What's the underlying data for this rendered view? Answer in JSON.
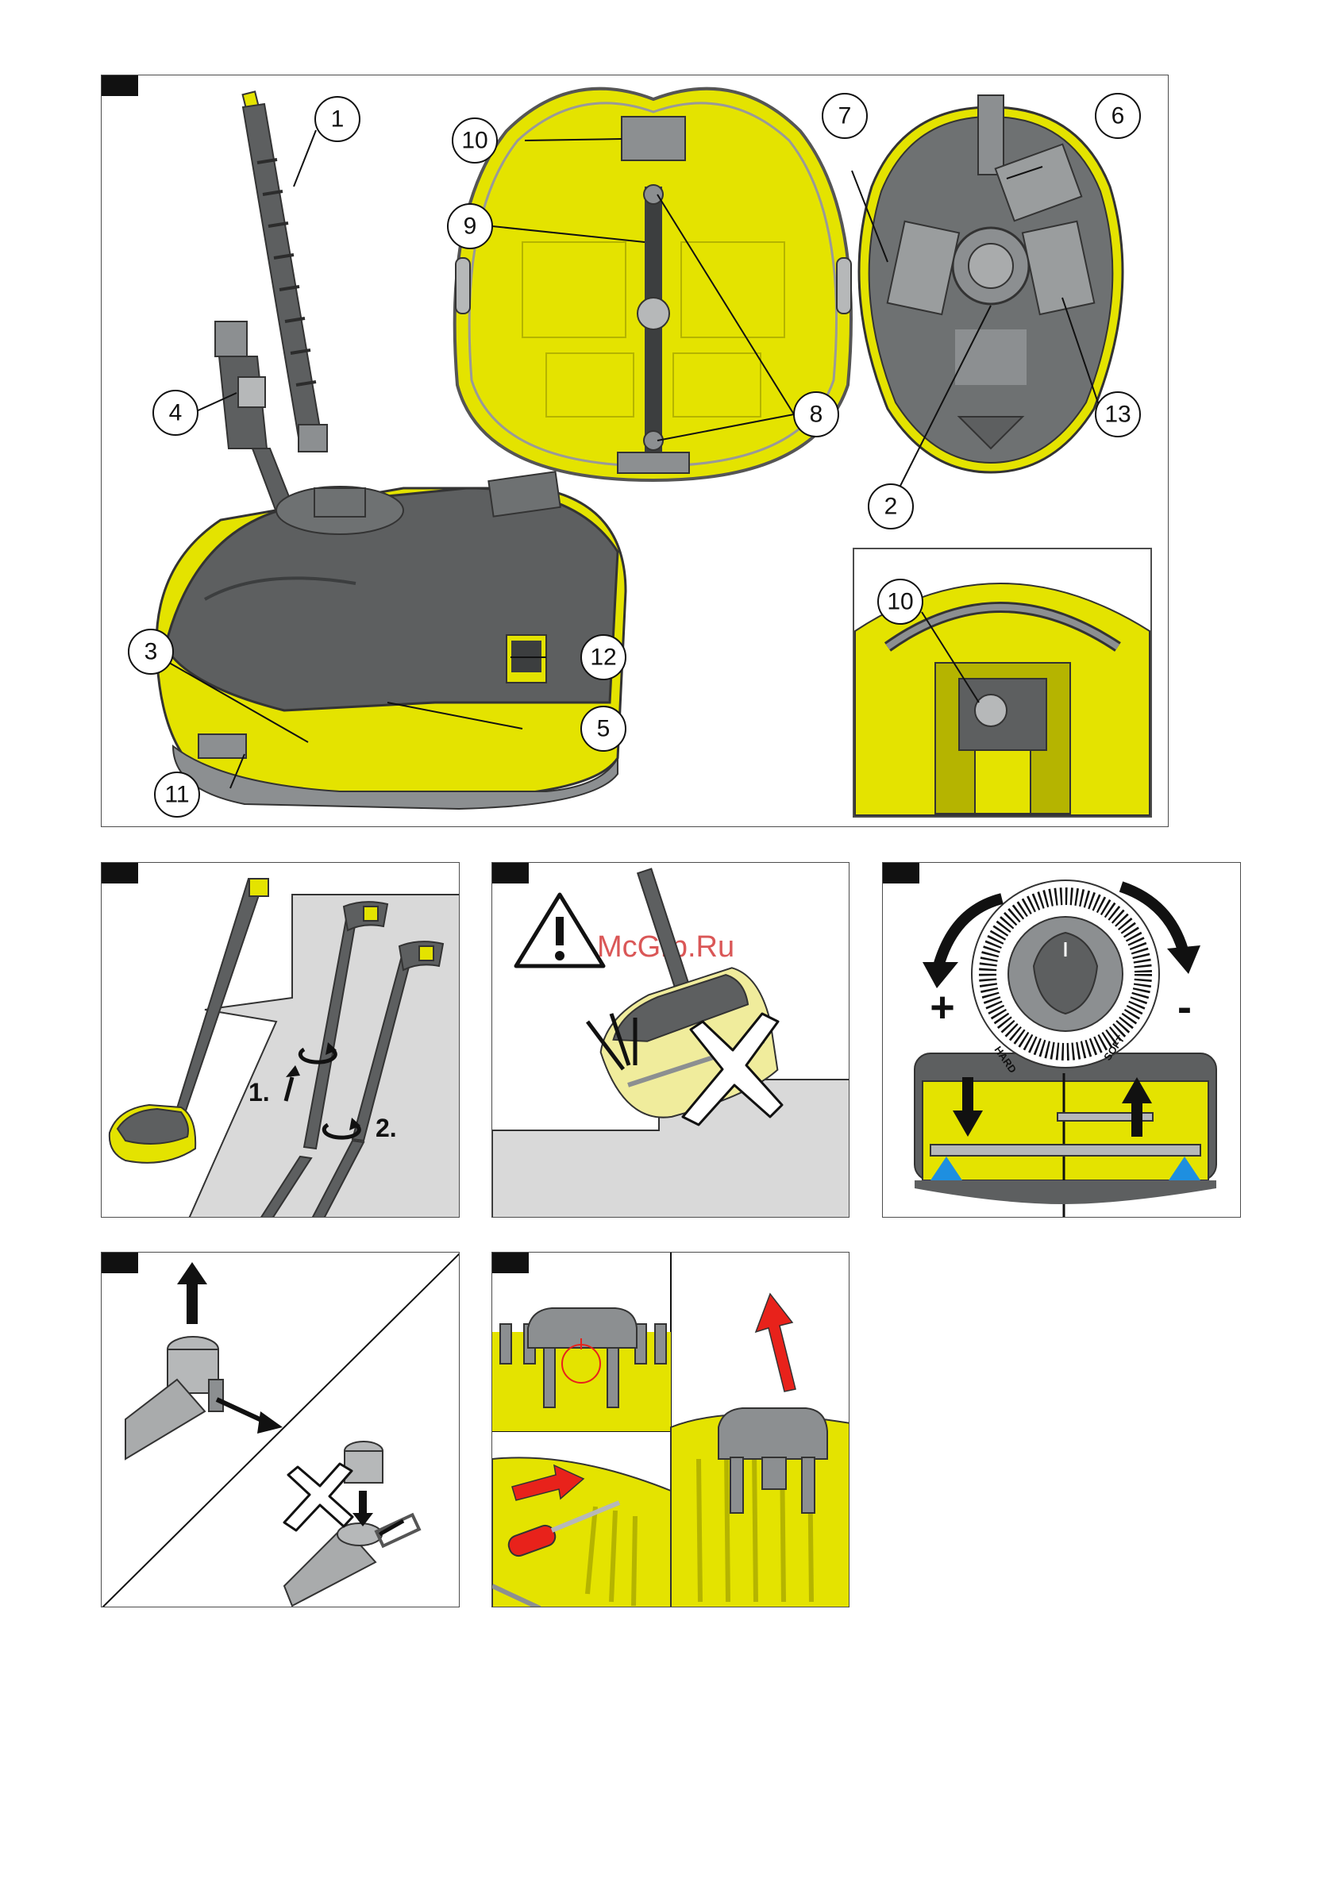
{
  "figure1": {
    "callouts": [
      "1",
      "2",
      "3",
      "4",
      "5",
      "6",
      "7",
      "8",
      "8",
      "9",
      "10",
      "10",
      "11",
      "12",
      "13"
    ]
  },
  "figure2": {
    "step1": "1.",
    "step2": "2."
  },
  "figure3": {
    "watermark": "McGrp.Ru"
  },
  "figure4": {
    "plus": "+",
    "minus": "-",
    "hard": "HARD",
    "soft": "SOFT"
  },
  "colors": {
    "yellow": "#e4e300",
    "dark_gray": "#5d5f60",
    "mid_gray": "#8c8f91",
    "light_gray": "#d9d9d9",
    "red": "#e8221b",
    "blue": "#1e8fe0"
  },
  "icons": [
    "warning-icon",
    "rotate-arrow-icon",
    "up-arrow-icon",
    "down-arrow-icon",
    "red-arrow-icon",
    "cross-mark-icon"
  ]
}
